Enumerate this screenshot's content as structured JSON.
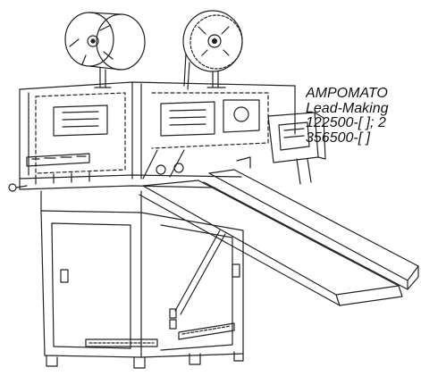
{
  "caption": {
    "lines": [
      "AMPOMATO",
      "Lead-Making",
      "122500-[ ]; 2",
      "356500-[ ]"
    ]
  },
  "colors": {
    "line": "#222222",
    "background": "#ffffff"
  }
}
